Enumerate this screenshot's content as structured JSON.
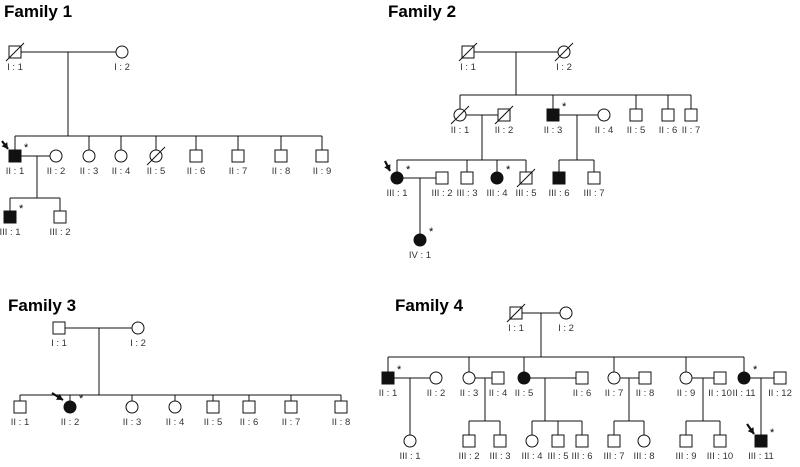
{
  "families": [
    {
      "title": "Family 1",
      "individuals": [
        {
          "id": "I : 1",
          "sex": "male",
          "affected": false,
          "deceased": true,
          "proband": false,
          "star": false
        },
        {
          "id": "I : 2",
          "sex": "female",
          "affected": false,
          "deceased": false,
          "proband": false,
          "star": false
        },
        {
          "id": "II : 1",
          "sex": "male",
          "affected": true,
          "deceased": false,
          "proband": true,
          "star": true
        },
        {
          "id": "II : 2",
          "sex": "female",
          "affected": false,
          "deceased": false,
          "proband": false,
          "star": false
        },
        {
          "id": "II : 3",
          "sex": "female",
          "affected": false,
          "deceased": false,
          "proband": false,
          "star": false
        },
        {
          "id": "II : 4",
          "sex": "female",
          "affected": false,
          "deceased": false,
          "proband": false,
          "star": false
        },
        {
          "id": "II : 5",
          "sex": "female",
          "affected": false,
          "deceased": true,
          "proband": false,
          "star": false
        },
        {
          "id": "II : 6",
          "sex": "male",
          "affected": false,
          "deceased": false,
          "proband": false,
          "star": false
        },
        {
          "id": "II : 7",
          "sex": "male",
          "affected": false,
          "deceased": false,
          "proband": false,
          "star": false
        },
        {
          "id": "II : 8",
          "sex": "male",
          "affected": false,
          "deceased": false,
          "proband": false,
          "star": false
        },
        {
          "id": "II : 9",
          "sex": "male",
          "affected": false,
          "deceased": false,
          "proband": false,
          "star": false
        },
        {
          "id": "III : 1",
          "sex": "male",
          "affected": true,
          "deceased": false,
          "proband": false,
          "star": true
        },
        {
          "id": "III : 2",
          "sex": "male",
          "affected": false,
          "deceased": false,
          "proband": false,
          "star": false
        }
      ]
    },
    {
      "title": "Family 2",
      "individuals": [
        {
          "id": "I : 1",
          "sex": "male",
          "affected": false,
          "deceased": true,
          "proband": false,
          "star": false
        },
        {
          "id": "I : 2",
          "sex": "female",
          "affected": false,
          "deceased": true,
          "proband": false,
          "star": false
        },
        {
          "id": "II : 1",
          "sex": "female",
          "affected": false,
          "deceased": true,
          "proband": false,
          "star": false
        },
        {
          "id": "II : 2",
          "sex": "male",
          "affected": false,
          "deceased": true,
          "proband": false,
          "star": false
        },
        {
          "id": "II : 3",
          "sex": "male",
          "affected": true,
          "deceased": false,
          "proband": false,
          "star": true
        },
        {
          "id": "II : 4",
          "sex": "female",
          "affected": false,
          "deceased": false,
          "proband": false,
          "star": false
        },
        {
          "id": "II : 5",
          "sex": "male",
          "affected": false,
          "deceased": false,
          "proband": false,
          "star": false
        },
        {
          "id": "II : 6",
          "sex": "male",
          "affected": false,
          "deceased": false,
          "proband": false,
          "star": false
        },
        {
          "id": "II : 7",
          "sex": "male",
          "affected": false,
          "deceased": false,
          "proband": false,
          "star": false
        },
        {
          "id": "III : 1",
          "sex": "female",
          "affected": true,
          "deceased": false,
          "proband": true,
          "star": true
        },
        {
          "id": "III : 2",
          "sex": "male",
          "affected": false,
          "deceased": false,
          "proband": false,
          "star": false
        },
        {
          "id": "III : 3",
          "sex": "male",
          "affected": false,
          "deceased": false,
          "proband": false,
          "star": false
        },
        {
          "id": "III : 4",
          "sex": "female",
          "affected": true,
          "deceased": false,
          "proband": false,
          "star": true
        },
        {
          "id": "III : 5",
          "sex": "male",
          "affected": false,
          "deceased": true,
          "proband": false,
          "star": false
        },
        {
          "id": "III : 6",
          "sex": "male",
          "affected": true,
          "deceased": false,
          "proband": false,
          "star": false
        },
        {
          "id": "III : 7",
          "sex": "male",
          "affected": false,
          "deceased": false,
          "proband": false,
          "star": false
        },
        {
          "id": "IV : 1",
          "sex": "female",
          "affected": true,
          "deceased": false,
          "proband": false,
          "star": true
        }
      ]
    },
    {
      "title": "Family 3",
      "individuals": [
        {
          "id": "I : 1",
          "sex": "male",
          "affected": false,
          "deceased": false,
          "proband": false,
          "star": false
        },
        {
          "id": "I : 2",
          "sex": "female",
          "affected": false,
          "deceased": false,
          "proband": false,
          "star": false
        },
        {
          "id": "II : 1",
          "sex": "male",
          "affected": false,
          "deceased": false,
          "proband": false,
          "star": false
        },
        {
          "id": "II : 2",
          "sex": "female",
          "affected": true,
          "deceased": false,
          "proband": true,
          "star": true
        },
        {
          "id": "II : 3",
          "sex": "female",
          "affected": false,
          "deceased": false,
          "proband": false,
          "star": false
        },
        {
          "id": "II : 4",
          "sex": "female",
          "affected": false,
          "deceased": false,
          "proband": false,
          "star": false
        },
        {
          "id": "II : 5",
          "sex": "male",
          "affected": false,
          "deceased": false,
          "proband": false,
          "star": false
        },
        {
          "id": "II : 6",
          "sex": "male",
          "affected": false,
          "deceased": false,
          "proband": false,
          "star": false
        },
        {
          "id": "II : 7",
          "sex": "male",
          "affected": false,
          "deceased": false,
          "proband": false,
          "star": false
        },
        {
          "id": "II : 8",
          "sex": "male",
          "affected": false,
          "deceased": false,
          "proband": false,
          "star": false
        }
      ]
    },
    {
      "title": "Family 4",
      "individuals": [
        {
          "id": "I : 1",
          "sex": "male",
          "affected": false,
          "deceased": true,
          "proband": false,
          "star": false
        },
        {
          "id": "I : 2",
          "sex": "female",
          "affected": false,
          "deceased": false,
          "proband": false,
          "star": false
        },
        {
          "id": "II : 1",
          "sex": "male",
          "affected": true,
          "deceased": false,
          "proband": false,
          "star": true
        },
        {
          "id": "II : 2",
          "sex": "female",
          "affected": false,
          "deceased": false,
          "proband": false,
          "star": false
        },
        {
          "id": "II : 3",
          "sex": "female",
          "affected": false,
          "deceased": false,
          "proband": false,
          "star": false
        },
        {
          "id": "II : 4",
          "sex": "male",
          "affected": false,
          "deceased": false,
          "proband": false,
          "star": false
        },
        {
          "id": "II : 5",
          "sex": "female",
          "affected": true,
          "deceased": false,
          "proband": false,
          "star": false
        },
        {
          "id": "II : 6",
          "sex": "male",
          "affected": false,
          "deceased": false,
          "proband": false,
          "star": false
        },
        {
          "id": "II : 7",
          "sex": "female",
          "affected": false,
          "deceased": false,
          "proband": false,
          "star": false
        },
        {
          "id": "II : 8",
          "sex": "male",
          "affected": false,
          "deceased": false,
          "proband": false,
          "star": false
        },
        {
          "id": "II : 9",
          "sex": "female",
          "affected": false,
          "deceased": false,
          "proband": false,
          "star": false
        },
        {
          "id": "II : 10",
          "sex": "male",
          "affected": false,
          "deceased": false,
          "proband": false,
          "star": false
        },
        {
          "id": "II : 11",
          "sex": "female",
          "affected": true,
          "deceased": false,
          "proband": false,
          "star": true
        },
        {
          "id": "II : 12",
          "sex": "male",
          "affected": false,
          "deceased": false,
          "proband": false,
          "star": false
        },
        {
          "id": "III : 1",
          "sex": "female",
          "affected": false,
          "deceased": false,
          "proband": false,
          "star": false
        },
        {
          "id": "III : 2",
          "sex": "male",
          "affected": false,
          "deceased": false,
          "proband": false,
          "star": false
        },
        {
          "id": "III : 3",
          "sex": "male",
          "affected": false,
          "deceased": false,
          "proband": false,
          "star": false
        },
        {
          "id": "III : 4",
          "sex": "female",
          "affected": false,
          "deceased": false,
          "proband": false,
          "star": false
        },
        {
          "id": "III : 5",
          "sex": "male",
          "affected": false,
          "deceased": false,
          "proband": false,
          "star": false
        },
        {
          "id": "III : 6",
          "sex": "male",
          "affected": false,
          "deceased": false,
          "proband": false,
          "star": false
        },
        {
          "id": "III : 7",
          "sex": "male",
          "affected": false,
          "deceased": false,
          "proband": false,
          "star": false
        },
        {
          "id": "III : 8",
          "sex": "female",
          "affected": false,
          "deceased": false,
          "proband": false,
          "star": false
        },
        {
          "id": "III : 9",
          "sex": "male",
          "affected": false,
          "deceased": false,
          "proband": false,
          "star": false
        },
        {
          "id": "III : 10",
          "sex": "male",
          "affected": false,
          "deceased": false,
          "proband": false,
          "star": false
        },
        {
          "id": "III : 11",
          "sex": "male",
          "affected": true,
          "deceased": false,
          "proband": true,
          "star": true
        }
      ]
    }
  ],
  "star_mark": "*",
  "colors": {
    "line": "#111111",
    "affected_fill": "#111111",
    "unaffected_fill": "#ffffff",
    "label": "#333333"
  }
}
